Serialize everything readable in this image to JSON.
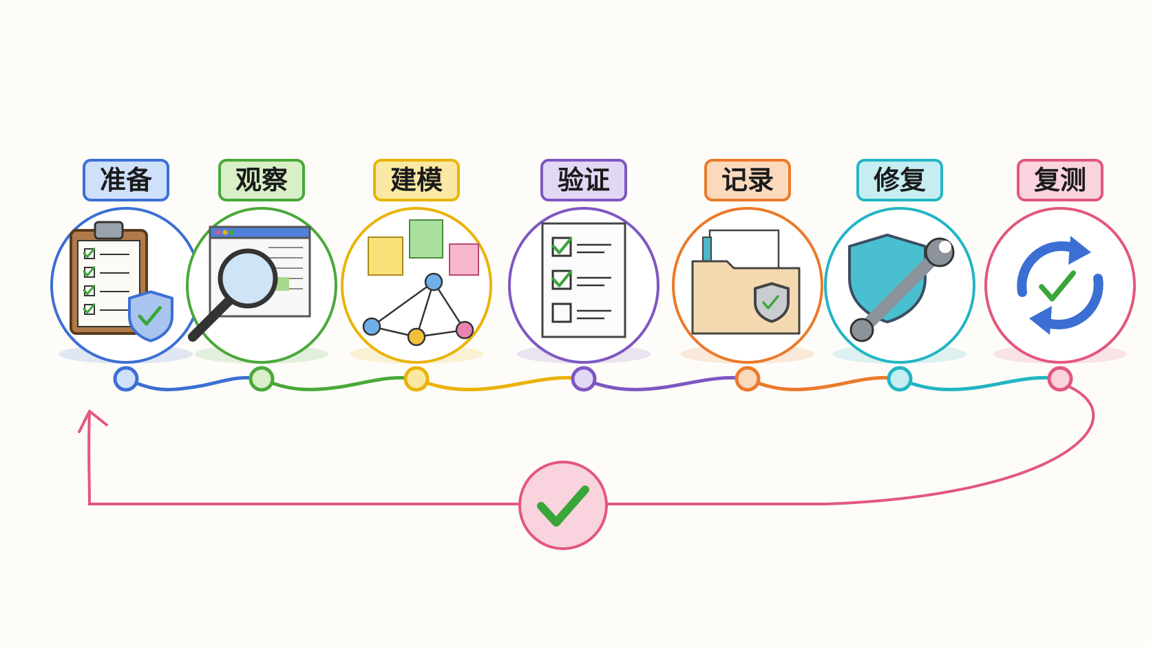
{
  "steps": [
    {
      "label": "准备",
      "color": "#3b6fd4",
      "fill": "#cfe0fb",
      "icon": "clipboard-checklist-shield-icon"
    },
    {
      "label": "观察",
      "color": "#4aa83a",
      "fill": "#d8efc7",
      "icon": "browser-magnifier-icon"
    },
    {
      "label": "建模",
      "color": "#eab308",
      "fill": "#fbe9a3",
      "icon": "sticky-notes-graph-icon"
    },
    {
      "label": "验证",
      "color": "#7e57c2",
      "fill": "#e2d7f5",
      "icon": "checklist-document-icon"
    },
    {
      "label": "记录",
      "color": "#ea7a2a",
      "fill": "#fbd9bd",
      "icon": "folder-shield-icon"
    },
    {
      "label": "修复",
      "color": "#22b5c4",
      "fill": "#c6eef2",
      "icon": "shield-wrench-icon"
    },
    {
      "label": "复测",
      "color": "#e2577c",
      "fill": "#f9d3dd",
      "icon": "refresh-check-icon"
    }
  ],
  "loop": {
    "color": "#e2577c",
    "icon": "check-icon"
  }
}
